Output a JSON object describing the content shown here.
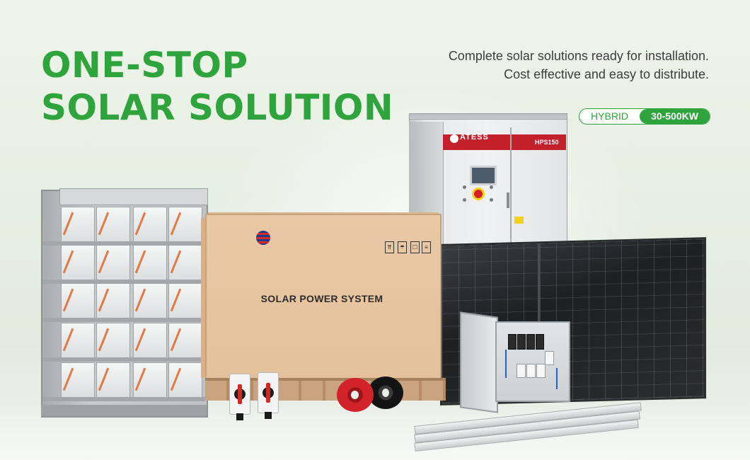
{
  "headline": {
    "line1": "ONE-STOP",
    "line2": "SOLAR SOLUTION"
  },
  "tagline": {
    "line1": "Complete solar solutions ready for installation.",
    "line2": "Cost effective and easy to distribute."
  },
  "badge": {
    "type": "HYBRID",
    "range": "30-500KW"
  },
  "inverter": {
    "brand": "ATESS",
    "model": "HPS150"
  },
  "crate": {
    "label": "SOLAR POWER SYSTEM"
  },
  "colors": {
    "brand_green": "#2fa43d",
    "cabinet_red": "#c4202c",
    "cable_red": "#d2232a"
  },
  "icons": [
    "battery-rack",
    "inverter-cabinet",
    "shipping-crate",
    "solar-panel",
    "dc-isolator",
    "cable-reel",
    "combiner-box",
    "mounting-rail"
  ]
}
